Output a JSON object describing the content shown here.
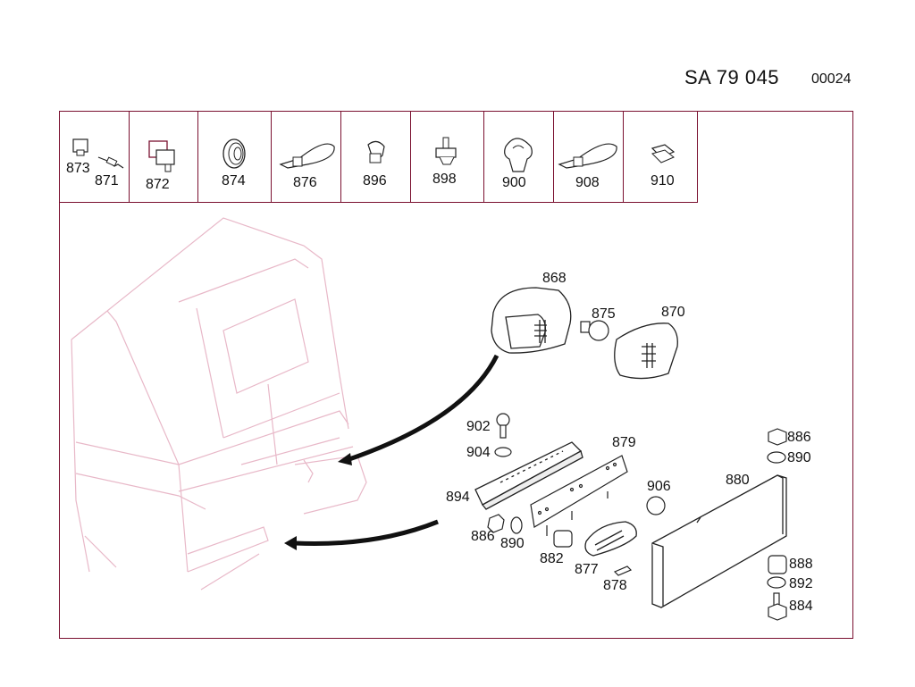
{
  "header": {
    "code": "SA  79 045",
    "sheet": "00024"
  },
  "strip_cells": [
    {
      "parts": [
        "873",
        "871"
      ]
    },
    {
      "parts": [
        "872"
      ]
    },
    {
      "parts": [
        "874"
      ]
    },
    {
      "parts": [
        "876"
      ]
    },
    {
      "parts": [
        "896"
      ]
    },
    {
      "parts": [
        "898"
      ]
    },
    {
      "parts": [
        "900"
      ]
    },
    {
      "parts": [
        "908"
      ]
    },
    {
      "parts": [
        "910"
      ]
    }
  ],
  "callouts": {
    "p868": "868",
    "p875": "875",
    "p870": "870",
    "p879": "879",
    "p902": "902",
    "p904": "904",
    "p894": "894",
    "p906": "906",
    "p880": "880",
    "p886a": "886",
    "p890a": "890",
    "p886b": "886",
    "p890b": "890",
    "p882": "882",
    "p877": "877",
    "p878": "878",
    "p888": "888",
    "p892": "892",
    "p884": "884"
  },
  "colors": {
    "line": "#7a1030",
    "vehicle": "#e8b8c8",
    "ink": "#111111"
  }
}
